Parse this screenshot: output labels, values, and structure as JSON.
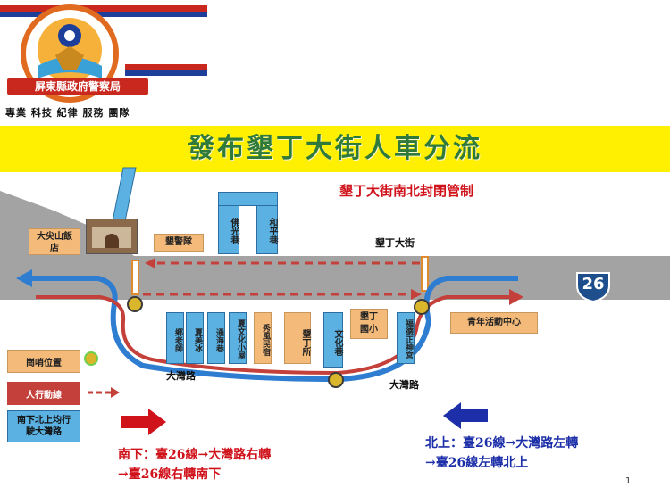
{
  "header": {
    "org_name": "屏東縣政府警察局",
    "motto": "專業 科技 紀律 服務 團隊",
    "title": "發布墾丁大街人車分流",
    "subtitle": "墾丁大街南北封閉管制"
  },
  "map": {
    "road_label": "墾丁大街",
    "route_number": "26",
    "bay_road_label_1": "大灣路",
    "bay_road_label_2": "大灣路",
    "places": {
      "hotel": "大尖山飯店",
      "police": "墾警隊",
      "foguang": "佛光巷",
      "heping": "和平巷",
      "youth_center": "青年活動中心",
      "kenting_office": "墾丁所",
      "kenting_school": "墾丁國小",
      "wenhua": "文化巷",
      "s1": "鄉老師",
      "s2": "夏美冰",
      "s3": "通海巷",
      "s4": "夏文化小屋",
      "s5": "秀風民宿",
      "s6": "福德正神宮"
    }
  },
  "legend": {
    "post": "崗哨位置",
    "pedestrian": "人行動線",
    "vehicle": "南下北上均行駛大灣路"
  },
  "notes": {
    "south_line1": "南下：臺26線→大灣路右轉",
    "south_line2": "→臺26線右轉南下",
    "north_line1": "北上：臺26線→大灣路左轉",
    "north_line2": "→臺26線左轉北上"
  },
  "colors": {
    "road": "#a3a3a3",
    "vehicle_route": "#2e7dd1",
    "pedestrian_route": "#c4403a",
    "post_marker": "#d9b62b",
    "title_band": "#ffef00",
    "title_text": "#2f7a3b",
    "south_note": "#d0121b",
    "north_note": "#1d2fa8"
  },
  "page_number": "1"
}
